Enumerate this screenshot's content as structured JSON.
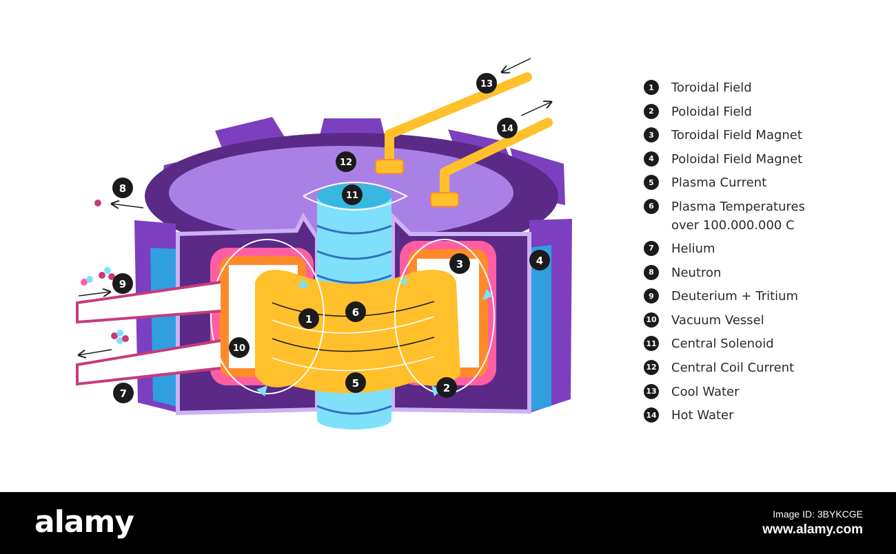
{
  "colors": {
    "purple_dark": "#5a2a86",
    "purple_mid": "#7b3fc0",
    "purple_light": "#a981e6",
    "lavender": "#cbb2f4",
    "blue": "#2f9fe0",
    "cyan": "#7fe0fb",
    "cyan_dark": "#38b8e0",
    "yellow": "#ffc02b",
    "orange": "#ff8a2a",
    "pink": "#ff5fa2",
    "magenta": "#c83a7a",
    "marker": "#1b1b1b"
  },
  "markers": [
    {
      "number": "13",
      "target": "cool-water"
    },
    {
      "number": "14",
      "target": "hot-water"
    },
    {
      "number": "12",
      "target": "central-coil-current"
    },
    {
      "number": "11",
      "target": "central-solenoid"
    },
    {
      "number": "8",
      "target": "neutron"
    },
    {
      "number": "3",
      "target": "toroidal-field-magnet"
    },
    {
      "number": "4",
      "target": "poloidal-field-magnet"
    },
    {
      "number": "9",
      "target": "deuterium-tritium"
    },
    {
      "number": "1",
      "target": "toroidal-field"
    },
    {
      "number": "6",
      "target": "plasma-temperatures"
    },
    {
      "number": "10",
      "target": "vacuum-vessel"
    },
    {
      "number": "5",
      "target": "plasma-current"
    },
    {
      "number": "2",
      "target": "poloidal-field"
    },
    {
      "number": "7",
      "target": "helium"
    }
  ],
  "legend": [
    {
      "number": "1",
      "label": "Toroidal Field"
    },
    {
      "number": "2",
      "label": "Poloidal Field"
    },
    {
      "number": "3",
      "label": "Toroidal Field Magnet"
    },
    {
      "number": "4",
      "label": "Poloidal Field Magnet"
    },
    {
      "number": "5",
      "label": "Plasma Current"
    },
    {
      "number": "6",
      "label": "Plasma Temperatures",
      "label_line2": "over 100.000.000 C"
    },
    {
      "number": "7",
      "label": "Helium"
    },
    {
      "number": "8",
      "label": "Neutron"
    },
    {
      "number": "9",
      "label": "Deuterium + Tritium"
    },
    {
      "number": "10",
      "label": "Vacuum Vessel"
    },
    {
      "number": "11",
      "label": "Central Solenoid"
    },
    {
      "number": "12",
      "label": "Central Coil Current"
    },
    {
      "number": "13",
      "label": "Cool Water"
    },
    {
      "number": "14",
      "label": "Hot Water"
    }
  ],
  "footer": {
    "logo": "alamy",
    "image_id": "Image ID: 3BYKCGE",
    "url": "www.alamy.com"
  }
}
